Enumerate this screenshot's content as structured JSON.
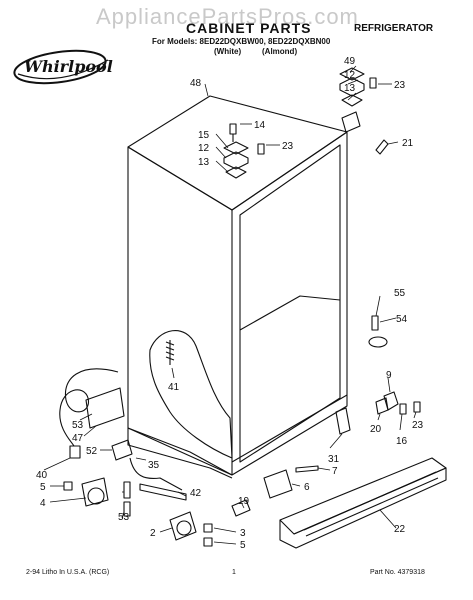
{
  "watermark": "AppliancePartsPros.com",
  "header": {
    "title": "CABINET PARTS",
    "category": "REFRIGERATOR",
    "models_line": "For Models: 8ED22DQXBW00, 8ED22DQXBN00",
    "variant_white": "(White)",
    "variant_almond": "(Almond)"
  },
  "logo": {
    "brand": "Whirlpool"
  },
  "callouts": {
    "c48": "48",
    "c14": "14",
    "c15": "15",
    "c12a": "12",
    "c13a": "13",
    "c23a": "23",
    "c49": "49",
    "c12b": "12",
    "c13b": "13",
    "c23b": "23",
    "c21": "21",
    "c55": "55",
    "c54": "54",
    "c41": "41",
    "c9": "9",
    "c20": "20",
    "c16": "16",
    "c23c": "23",
    "c53a": "53",
    "c47": "47",
    "c52": "52",
    "c40": "40",
    "c35": "35",
    "c5a": "5",
    "c4": "4",
    "c42": "42",
    "c19": "19",
    "c31": "31",
    "c7": "7",
    "c6": "6",
    "c53b": "53",
    "c2": "2",
    "c3": "3",
    "c5b": "5",
    "c22": "22"
  },
  "footer": {
    "left": "2-94 Litho In U.S.A. (RCG)",
    "page": "1",
    "part": "Part No. 4379318"
  }
}
